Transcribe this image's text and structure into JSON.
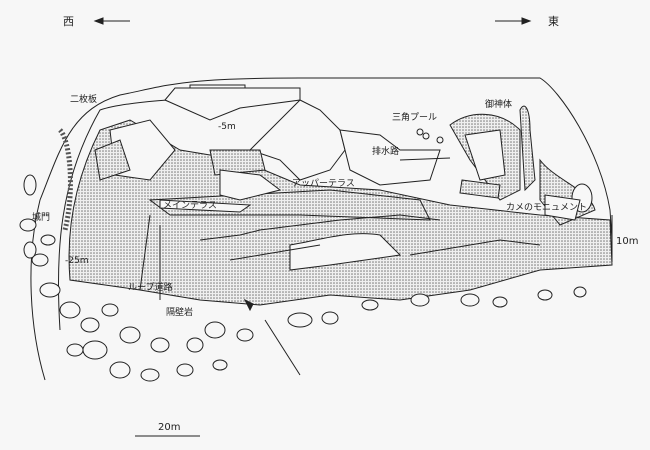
{
  "compass": {
    "west": "西",
    "east": "東"
  },
  "labels": {
    "nimaiita": "二枚板",
    "minus5": "-5m",
    "sankaku_pool": "三角プール",
    "goshintai": "御神体",
    "haisuiro": "排水路",
    "upper_terrace": "アッパーテラス",
    "main_terrace": "メインテラス",
    "kame_monument": "カメのモニュメント",
    "jomon": "城門",
    "minus25": "-25m",
    "loop_road": "ループ道路",
    "wall_rock": "隔壁岩"
  },
  "scales": {
    "horizontal": "20m",
    "vertical": "10m"
  },
  "colors": {
    "line": "#222222",
    "stipple": "#8a8a8a",
    "background": "#f7f7f7"
  }
}
